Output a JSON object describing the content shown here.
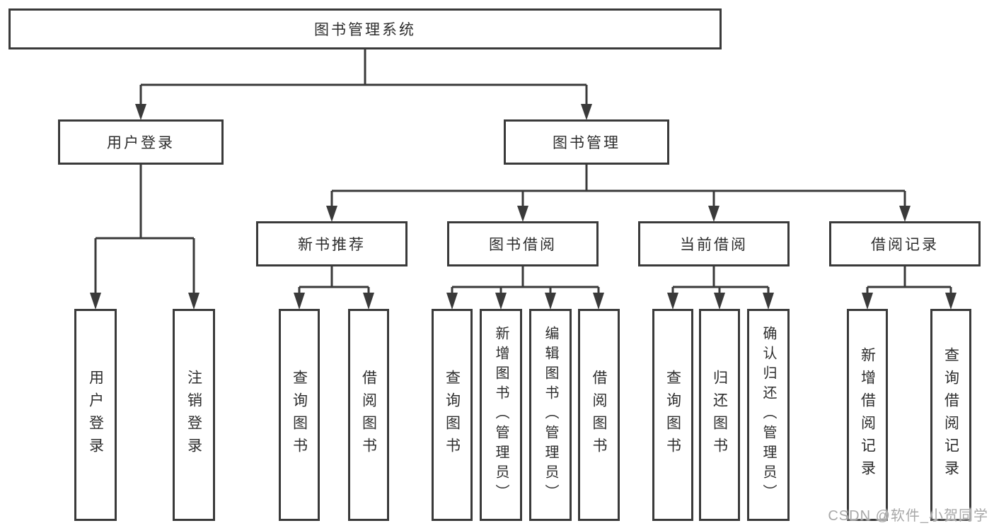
{
  "diagram": {
    "root": {
      "label": "图书管理系统"
    },
    "level2": [
      {
        "label": "用户登录",
        "children": [
          {
            "label": "用户登录"
          },
          {
            "label": "注销登录"
          }
        ]
      },
      {
        "label": "图书管理",
        "children": [
          {
            "label": "新书推荐",
            "children": [
              {
                "label": "查询图书"
              },
              {
                "label": "借阅图书"
              }
            ]
          },
          {
            "label": "图书借阅",
            "children": [
              {
                "label": "查询图书"
              },
              {
                "label": "新增图书（管理员）"
              },
              {
                "label": "编辑图书（管理员）"
              },
              {
                "label": "借阅图书"
              }
            ]
          },
          {
            "label": "当前借阅",
            "children": [
              {
                "label": "查询图书"
              },
              {
                "label": "归还图书"
              },
              {
                "label": "确认归还（管理员）"
              }
            ]
          },
          {
            "label": "借阅记录",
            "children": [
              {
                "label": "新增借阅记录"
              },
              {
                "label": "查询借阅记录"
              }
            ]
          }
        ]
      }
    ],
    "watermark": "CSDN @软件_小贺同学"
  },
  "colors": {
    "line": "#3a3a3a",
    "box_border": "#3a3a3a",
    "box_fill": "#ffffff",
    "text": "#2d2d2d",
    "watermark_text": "#a8a8a8",
    "background": "#ffffff"
  }
}
